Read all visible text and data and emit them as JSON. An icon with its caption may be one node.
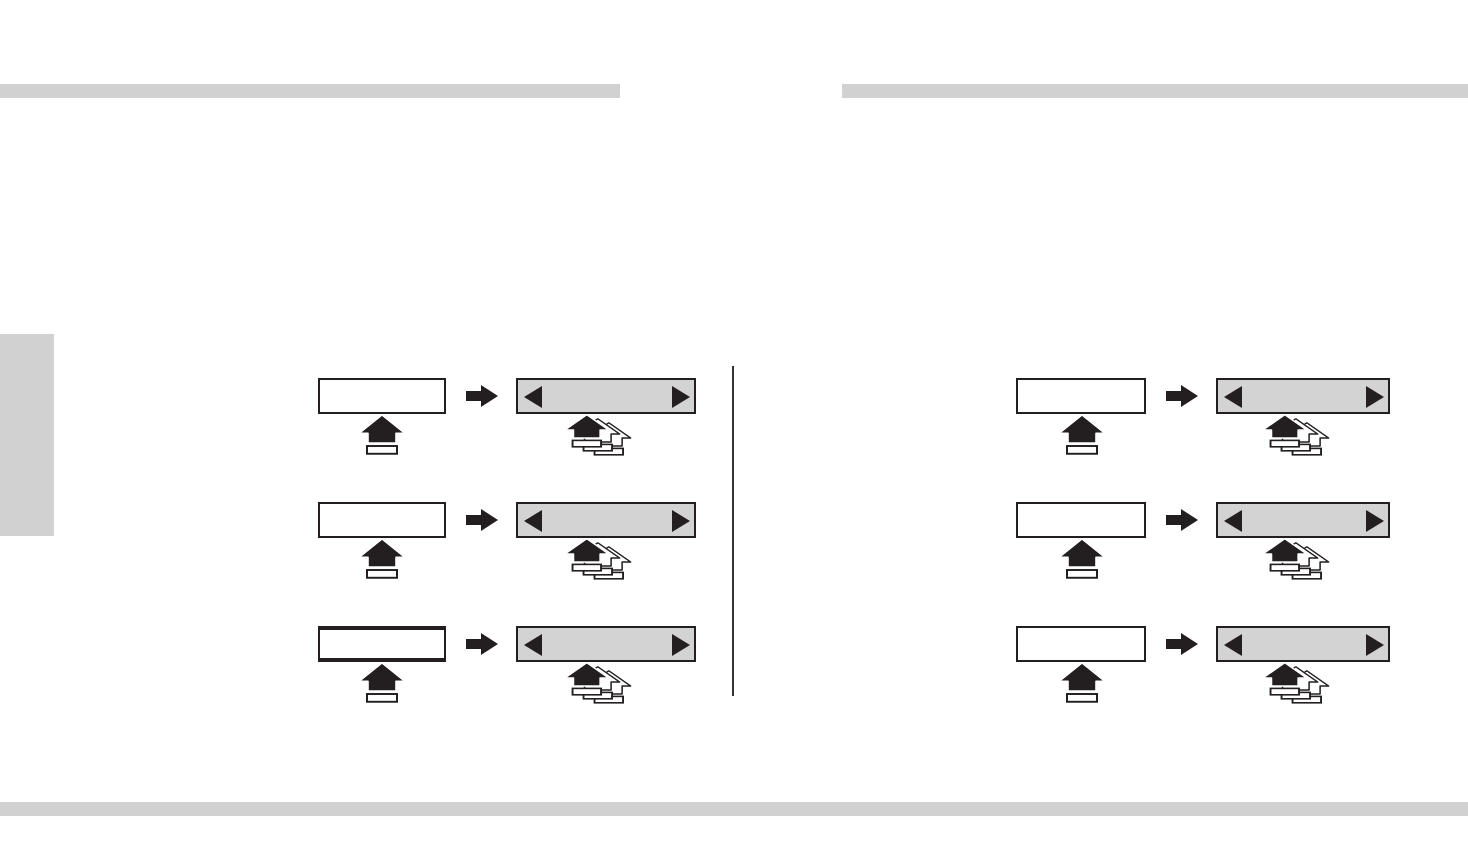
{
  "diagram": {
    "nodes": [
      {
        "text": [],
        "shape": "bar"
      },
      {
        "text": [],
        "shape": "box"
      },
      {
        "text": [],
        "shape": "box"
      },
      {
        "text": [],
        "shape": "box"
      },
      {
        "text": [],
        "shape": "box"
      },
      {
        "text": [],
        "shape": "box"
      },
      {
        "text": [],
        "shape": "box"
      },
      {
        "text": [],
        "shape": "box"
      },
      {
        "text": [],
        "shape": "box"
      },
      {
        "text": [],
        "shape": "box"
      },
      {
        "text": [],
        "shape": "box"
      },
      {
        "text": [],
        "shape": "box"
      },
      {
        "text": [],
        "shape": "box"
      }
    ],
    "edges": [
      {
        "from": 1,
        "to": 2,
        "arrow": "to"
      },
      {
        "from": 3,
        "to": 4,
        "arrow": "to"
      },
      {
        "from": 5,
        "to": 6,
        "arrow": "to"
      },
      {
        "from": 7,
        "to": 8,
        "arrow": "to"
      },
      {
        "from": 9,
        "to": 10,
        "arrow": "to"
      },
      {
        "from": 11,
        "to": 12,
        "arrow": "to"
      }
    ]
  }
}
